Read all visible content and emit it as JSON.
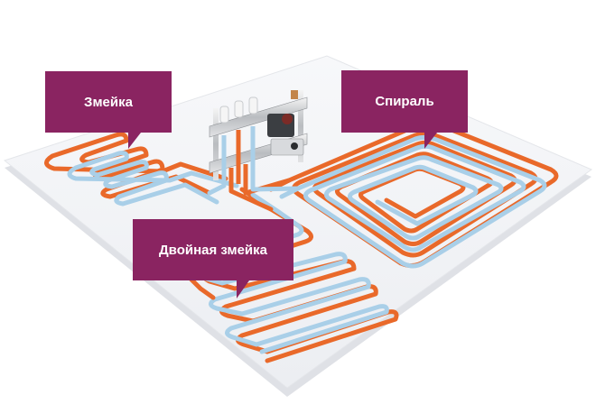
{
  "callouts": {
    "snake": "Змейка",
    "spiral": "Спираль",
    "double_snake": "Двойная змейка"
  },
  "colors": {
    "callout_bg": "#8a2461",
    "callout_text": "#ffffff",
    "pipe_supply": "#e9692a",
    "pipe_return": "#a9cfe8",
    "floor": "#f3f4f7",
    "floor_edge": "#dfe1e6"
  },
  "icons": {
    "manifold": "manifold-icon"
  }
}
